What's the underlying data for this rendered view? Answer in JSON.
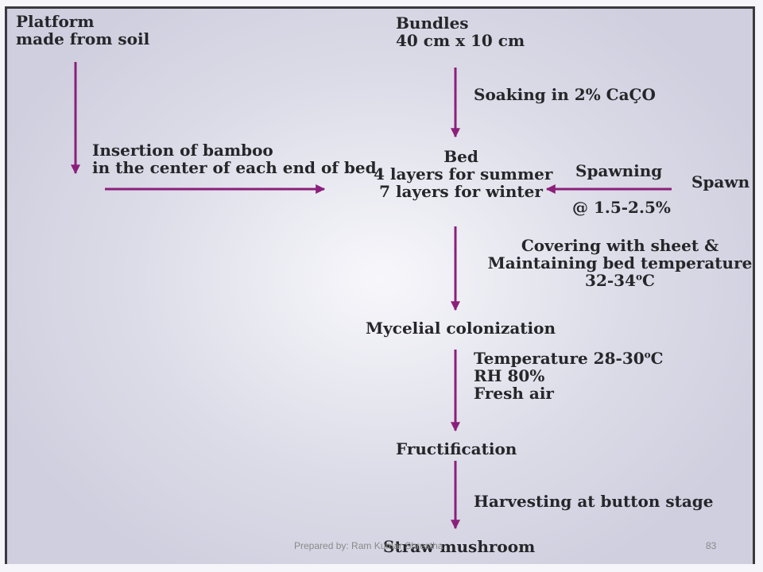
{
  "nodes": {
    "platform": [
      "Platform",
      "made from soil"
    ],
    "bundles": [
      "Bundles",
      "40 cm x 10 cm"
    ],
    "bed": [
      "Bed",
      "4 layers for summer",
      "7 layers for winter"
    ],
    "spawn": "Spawn",
    "mycelial": "Mycelial colonization",
    "fructification": "Fructification",
    "straw": "Straw mushroom"
  },
  "edge_labels": {
    "soaking": "Soaking in 2% CaÇO",
    "insertion": [
      "Insertion of bamboo",
      "in the center of each end of bed"
    ],
    "spawning": [
      "Spawning",
      "@ 1.5-2.5%"
    ],
    "covering": [
      "Covering with sheet &",
      "Maintaining bed temperature"
    ],
    "covering_temp": {
      "value": "32-34",
      "sup": "o",
      "unit": "C"
    },
    "conditions_temp": {
      "value": "Temperature 28-30",
      "sup": "o",
      "unit": "C"
    },
    "conditions": [
      "RH 80%",
      "Fresh air"
    ],
    "harvesting": "Harvesting at button stage"
  },
  "footer": {
    "credit": "Prepared by: Ram Kumar Shrestha",
    "page_number": "83"
  },
  "colors": {
    "arrow": "#8b1f7a",
    "text": "#26262a",
    "border": "#3a3a3f"
  }
}
